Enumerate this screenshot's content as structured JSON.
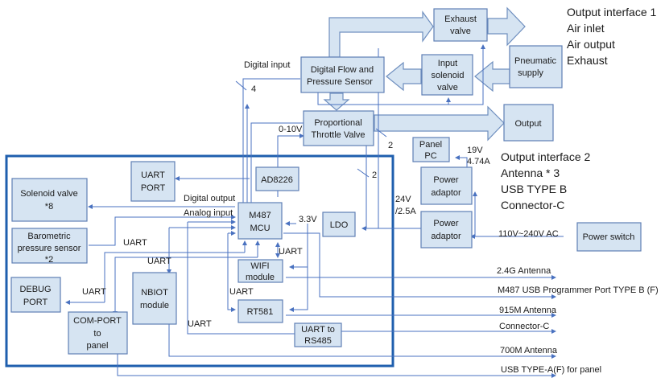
{
  "blocks": {
    "exhaust_valve": [
      "Exhaust",
      "valve"
    ],
    "pneumatic_supply": [
      "Pneumatic",
      "supply"
    ],
    "flow_sensor": [
      "Digital Flow and",
      "Pressure Sensor"
    ],
    "input_solenoid": [
      "Input",
      "solenoid",
      "valve"
    ],
    "throttle_valve": [
      "Proportional",
      "Throttle Valve"
    ],
    "output": [
      "Output"
    ],
    "panel_pc": [
      "Panel",
      "PC"
    ],
    "power_adaptor_1": [
      "Power",
      "adaptor"
    ],
    "power_adaptor_2": [
      "Power",
      "adaptor"
    ],
    "power_switch": [
      "Power switch"
    ],
    "uart_port": [
      "UART",
      "PORT"
    ],
    "ad8226": [
      "AD8226"
    ],
    "solenoid_valve": [
      "Solenoid valve",
      "*8"
    ],
    "barometric": [
      "Barometric",
      "pressure sensor",
      "*2"
    ],
    "mcu": [
      "M487",
      "MCU"
    ],
    "ldo": [
      "LDO"
    ],
    "wifi": [
      "WIFI",
      "module"
    ],
    "debug_port": [
      "DEBUG",
      "PORT"
    ],
    "nbiot": [
      "NBIOT",
      "module"
    ],
    "rt581": [
      "RT581"
    ],
    "com_port": [
      "COM-PORT",
      "to",
      "panel"
    ],
    "uart_rs485": [
      "UART to",
      "RS485"
    ]
  },
  "labels": {
    "digital_input": "Digital input",
    "bus_4": "4",
    "v_0_10": "0-10V",
    "bus_2a": "2",
    "bus_2b": "2",
    "v19": "19V",
    "a474": "4.74A",
    "v24": "24V",
    "a25": "/2.5A",
    "ac": "110V~240V AC",
    "v33": "3.3V",
    "digital_output": "Digital output",
    "analog_input": "Analog input",
    "uart_baro": "UART",
    "uart_nbiot": "UART",
    "uart_debug": "UART",
    "uart_wifi": "UART",
    "uart_rt581": "UART",
    "uart_rs485": "UART"
  },
  "output_interface_1": [
    "Output interface 1",
    "Air inlet",
    "Air output",
    "Exhaust"
  ],
  "output_interface_2": [
    "Output interface 2",
    "Antenna * 3",
    "USB TYPE B",
    "Connector-C"
  ],
  "external_ports": [
    "2.4G Antenna",
    "M487 USB Programmer Port TYPE B (F)",
    "915M Antenna",
    "Connector-C",
    "700M Antenna",
    "USB TYPE-A(F) for panel"
  ],
  "colors": {
    "box_fill": "#d6e4f2",
    "box_stroke": "#5f7fb5",
    "wire": "#4a72c0",
    "frame": "#1f5fae"
  }
}
